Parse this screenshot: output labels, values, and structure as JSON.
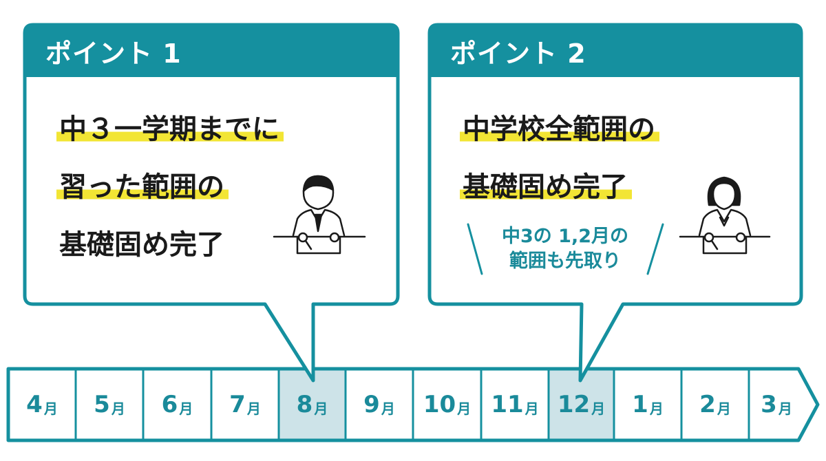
{
  "colors": {
    "teal": "#15909f",
    "highlight": "#f2e534",
    "cell_highlight": "#cde3e8",
    "note_text": "#1a8a9a"
  },
  "point1": {
    "title": "ポイント 1",
    "lines": [
      "中３一学期までに",
      "習った範囲の",
      "基礎固め完了"
    ],
    "icon": "student-at-desk-male-icon"
  },
  "point2": {
    "title": "ポイント 2",
    "lines": [
      "中学校全範囲の",
      "基礎固め完了"
    ],
    "note": [
      "中3の 1,2月の",
      "範囲も先取り"
    ],
    "icon": "student-at-desk-female-icon"
  },
  "timeline": {
    "unit": "月",
    "months": [
      {
        "num": "4",
        "highlight": false
      },
      {
        "num": "5",
        "highlight": false
      },
      {
        "num": "6",
        "highlight": false
      },
      {
        "num": "7",
        "highlight": false
      },
      {
        "num": "8",
        "highlight": true
      },
      {
        "num": "9",
        "highlight": false
      },
      {
        "num": "10",
        "highlight": false
      },
      {
        "num": "11",
        "highlight": false
      },
      {
        "num": "12",
        "highlight": true
      },
      {
        "num": "1",
        "highlight": false
      },
      {
        "num": "2",
        "highlight": false
      },
      {
        "num": "3",
        "highlight": false
      }
    ]
  }
}
